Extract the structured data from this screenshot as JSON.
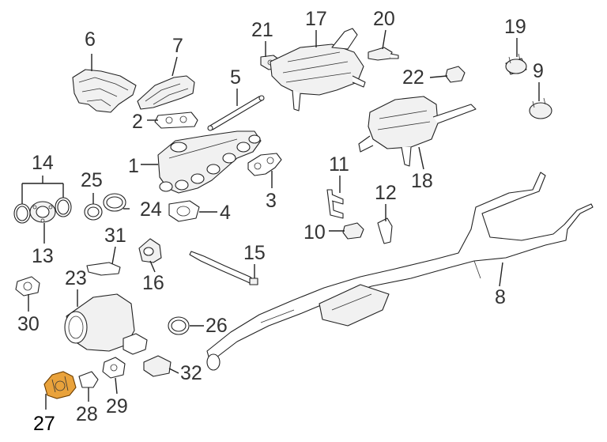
{
  "diagram": {
    "highlight_color": "#e9a23b",
    "line_color": "#222222",
    "callouts": [
      {
        "id": "c1",
        "label": "1"
      },
      {
        "id": "c2",
        "label": "2"
      },
      {
        "id": "c3",
        "label": "3"
      },
      {
        "id": "c4",
        "label": "4"
      },
      {
        "id": "c5",
        "label": "5"
      },
      {
        "id": "c6",
        "label": "6"
      },
      {
        "id": "c7",
        "label": "7"
      },
      {
        "id": "c8",
        "label": "8"
      },
      {
        "id": "c9",
        "label": "9"
      },
      {
        "id": "c10",
        "label": "10"
      },
      {
        "id": "c11",
        "label": "11"
      },
      {
        "id": "c12",
        "label": "12"
      },
      {
        "id": "c13",
        "label": "13"
      },
      {
        "id": "c14",
        "label": "14"
      },
      {
        "id": "c15",
        "label": "15"
      },
      {
        "id": "c16",
        "label": "16"
      },
      {
        "id": "c17",
        "label": "17"
      },
      {
        "id": "c18",
        "label": "18"
      },
      {
        "id": "c19",
        "label": "19"
      },
      {
        "id": "c20",
        "label": "20"
      },
      {
        "id": "c21",
        "label": "21"
      },
      {
        "id": "c22",
        "label": "22"
      },
      {
        "id": "c23",
        "label": "23"
      },
      {
        "id": "c24",
        "label": "24"
      },
      {
        "id": "c25",
        "label": "25"
      },
      {
        "id": "c26",
        "label": "26"
      },
      {
        "id": "c27",
        "label": "27",
        "highlighted": true
      },
      {
        "id": "c28",
        "label": "28"
      },
      {
        "id": "c29",
        "label": "29"
      },
      {
        "id": "c30",
        "label": "30"
      },
      {
        "id": "c31",
        "label": "31"
      },
      {
        "id": "c32",
        "label": "32"
      }
    ]
  }
}
